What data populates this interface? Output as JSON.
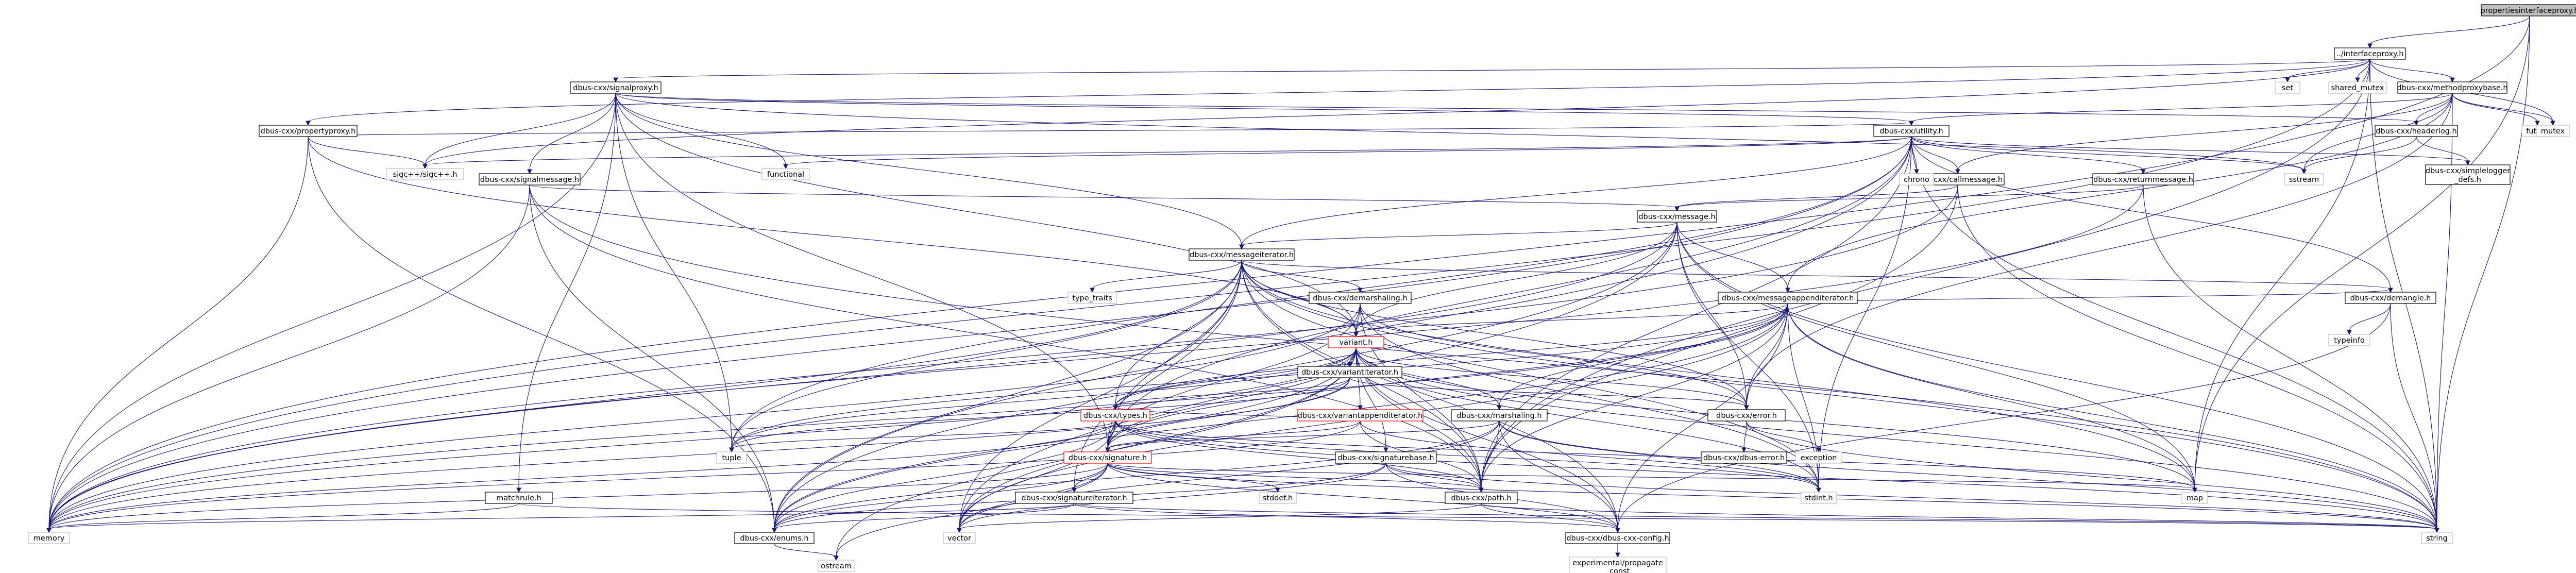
{
  "graph": {
    "title": "",
    "colors": {
      "root_fill": "#bfbfbf",
      "node_fill": "#ffffff",
      "node_border": "#000000",
      "external_border": "#bfbfbf",
      "missing_border": "#ff0000",
      "edge": "#191970",
      "text": "#000000"
    },
    "nodes": [
      {
        "id": "root",
        "label": "propertiesinterfaceproxy.h",
        "kind": "root"
      },
      {
        "id": "interfaceproxy",
        "label": "../interfaceproxy.h",
        "kind": "internal"
      },
      {
        "id": "signalproxy",
        "label": "dbus-cxx/signalproxy.h",
        "kind": "internal"
      },
      {
        "id": "methodproxybase",
        "label": "dbus-cxx/methodproxybase.h",
        "kind": "internal"
      },
      {
        "id": "propertyproxy",
        "label": "dbus-cxx/propertyproxy.h",
        "kind": "internal"
      },
      {
        "id": "headerlog",
        "label": "dbus-cxx/headerlog.h",
        "kind": "internal"
      },
      {
        "id": "utility",
        "label": "dbus-cxx/utility.h",
        "kind": "internal"
      },
      {
        "id": "simplelogger_line1",
        "label": "dbus-cxx/simplelogger",
        "kind": "internal"
      },
      {
        "id": "simplelogger_line2",
        "label": "_defs.h",
        "kind": "internal"
      },
      {
        "id": "signalmessage",
        "label": "dbus-cxx/signalmessage.h",
        "kind": "internal"
      },
      {
        "id": "callmessage",
        "label": "dbus-cxx/callmessage.h",
        "kind": "internal"
      },
      {
        "id": "returnmessage",
        "label": "dbus-cxx/returnmessage.h",
        "kind": "internal"
      },
      {
        "id": "message",
        "label": "dbus-cxx/message.h",
        "kind": "internal"
      },
      {
        "id": "messageiterator",
        "label": "dbus-cxx/messageiterator.h",
        "kind": "internal"
      },
      {
        "id": "demarshaling",
        "label": "dbus-cxx/demarshaling.h",
        "kind": "internal"
      },
      {
        "id": "messageappenditerator",
        "label": "dbus-cxx/messageappenditerator.h",
        "kind": "internal"
      },
      {
        "id": "demangle",
        "label": "dbus-cxx/demangle.h",
        "kind": "internal"
      },
      {
        "id": "variant",
        "label": "variant.h",
        "kind": "missing"
      },
      {
        "id": "variantiterator",
        "label": "dbus-cxx/variantiterator.h",
        "kind": "internal"
      },
      {
        "id": "types",
        "label": "dbus-cxx/types.h",
        "kind": "missing"
      },
      {
        "id": "variantappenditerator",
        "label": "dbus-cxx/variantappenditerator.h",
        "kind": "missing"
      },
      {
        "id": "marshaling",
        "label": "dbus-cxx/marshaling.h",
        "kind": "internal"
      },
      {
        "id": "error",
        "label": "dbus-cxx/error.h",
        "kind": "internal"
      },
      {
        "id": "dbuserror",
        "label": "dbus-cxx/dbus-error.h",
        "kind": "internal"
      },
      {
        "id": "signature",
        "label": "dbus-cxx/signature.h",
        "kind": "missing"
      },
      {
        "id": "signaturebase",
        "label": "dbus-cxx/signaturebase.h",
        "kind": "internal"
      },
      {
        "id": "signatureiterator",
        "label": "dbus-cxx/signatureiterator.h",
        "kind": "internal"
      },
      {
        "id": "path",
        "label": "dbus-cxx/path.h",
        "kind": "internal"
      },
      {
        "id": "enums",
        "label": "dbus-cxx/enums.h",
        "kind": "internal"
      },
      {
        "id": "config",
        "label": "dbus-cxx/dbus-cxx-config.h",
        "kind": "internal"
      },
      {
        "id": "matchrule",
        "label": "matchrule.h",
        "kind": "internal"
      },
      {
        "id": "sigcpp",
        "label": "sigc++/sigc++.h",
        "kind": "external"
      },
      {
        "id": "set",
        "label": "set",
        "kind": "external"
      },
      {
        "id": "shared_mutex",
        "label": "shared_mutex",
        "kind": "external"
      },
      {
        "id": "future",
        "label": "future",
        "kind": "external"
      },
      {
        "id": "mutex",
        "label": "mutex",
        "kind": "external"
      },
      {
        "id": "sstream",
        "label": "sstream",
        "kind": "external"
      },
      {
        "id": "functional",
        "label": "functional",
        "kind": "external"
      },
      {
        "id": "chrono",
        "label": "chrono",
        "kind": "external"
      },
      {
        "id": "type_traits",
        "label": "type_traits",
        "kind": "external"
      },
      {
        "id": "typeinfo",
        "label": "typeinfo",
        "kind": "external"
      },
      {
        "id": "exception",
        "label": "exception",
        "kind": "external"
      },
      {
        "id": "tuple",
        "label": "tuple",
        "kind": "external"
      },
      {
        "id": "map",
        "label": "map",
        "kind": "external"
      },
      {
        "id": "stddef",
        "label": "stddef.h",
        "kind": "external"
      },
      {
        "id": "stdint",
        "label": "stdint.h",
        "kind": "external"
      },
      {
        "id": "memory",
        "label": "memory",
        "kind": "external"
      },
      {
        "id": "vector",
        "label": "vector",
        "kind": "external"
      },
      {
        "id": "string",
        "label": "string",
        "kind": "external"
      },
      {
        "id": "ostream",
        "label": "ostream",
        "kind": "external"
      },
      {
        "id": "propagate_line1",
        "label": "experimental/propagate",
        "kind": "external"
      },
      {
        "id": "propagate_line2",
        "label": "_const",
        "kind": "external"
      }
    ],
    "edges": [
      [
        "root",
        "interfaceproxy"
      ],
      [
        "root",
        "memory"
      ],
      [
        "root",
        "map"
      ],
      [
        "root",
        "string"
      ],
      [
        "interfaceproxy",
        "signalproxy"
      ],
      [
        "interfaceproxy",
        "methodproxybase"
      ],
      [
        "interfaceproxy",
        "propertyproxy"
      ],
      [
        "interfaceproxy",
        "set"
      ],
      [
        "interfaceproxy",
        "shared_mutex"
      ],
      [
        "interfaceproxy",
        "mutex"
      ],
      [
        "interfaceproxy",
        "sigcpp"
      ],
      [
        "interfaceproxy",
        "path"
      ],
      [
        "interfaceproxy",
        "map"
      ],
      [
        "interfaceproxy",
        "string"
      ],
      [
        "interfaceproxy",
        "memory"
      ],
      [
        "signalproxy",
        "utility"
      ],
      [
        "signalproxy",
        "headerlog"
      ],
      [
        "signalproxy",
        "signalmessage"
      ],
      [
        "signalproxy",
        "matchrule"
      ],
      [
        "signalproxy",
        "messageiterator"
      ],
      [
        "signalproxy",
        "signature"
      ],
      [
        "signalproxy",
        "sigcpp"
      ],
      [
        "signalproxy",
        "functional"
      ],
      [
        "signalproxy",
        "memory"
      ],
      [
        "signalproxy",
        "tuple"
      ],
      [
        "signalproxy",
        "sstream"
      ],
      [
        "signalproxy",
        "variant"
      ],
      [
        "methodproxybase",
        "utility"
      ],
      [
        "methodproxybase",
        "headerlog"
      ],
      [
        "methodproxybase",
        "callmessage"
      ],
      [
        "methodproxybase",
        "messageappenditerator"
      ],
      [
        "methodproxybase",
        "error"
      ],
      [
        "methodproxybase",
        "future"
      ],
      [
        "methodproxybase",
        "mutex"
      ],
      [
        "methodproxybase",
        "sstream"
      ],
      [
        "methodproxybase",
        "string"
      ],
      [
        "propertyproxy",
        "utility"
      ],
      [
        "propertyproxy",
        "variant"
      ],
      [
        "propertyproxy",
        "sigcpp"
      ],
      [
        "propertyproxy",
        "memory"
      ],
      [
        "propertyproxy",
        "enums"
      ],
      [
        "headerlog",
        "simplelogger_line1"
      ],
      [
        "headerlog",
        "sstream"
      ],
      [
        "utility",
        "sigcpp"
      ],
      [
        "utility",
        "functional"
      ],
      [
        "utility",
        "chrono"
      ],
      [
        "utility",
        "sstream"
      ],
      [
        "utility",
        "callmessage"
      ],
      [
        "utility",
        "returnmessage"
      ],
      [
        "utility",
        "demangle"
      ],
      [
        "utility",
        "messageiterator"
      ],
      [
        "utility",
        "signature"
      ],
      [
        "utility",
        "enums"
      ],
      [
        "utility",
        "path"
      ],
      [
        "utility",
        "memory"
      ],
      [
        "utility",
        "tuple"
      ],
      [
        "utility",
        "string"
      ],
      [
        "utility",
        "stdint"
      ],
      [
        "utility",
        "simplelogger_line1"
      ],
      [
        "signalmessage",
        "message"
      ],
      [
        "signalmessage",
        "path"
      ],
      [
        "signalmessage",
        "memory"
      ],
      [
        "signalmessage",
        "string"
      ],
      [
        "signalmessage",
        "enums"
      ],
      [
        "callmessage",
        "message"
      ],
      [
        "callmessage",
        "path"
      ],
      [
        "callmessage",
        "memory"
      ],
      [
        "callmessage",
        "string"
      ],
      [
        "returnmessage",
        "message"
      ],
      [
        "returnmessage",
        "memory"
      ],
      [
        "returnmessage",
        "string"
      ],
      [
        "message",
        "messageiterator"
      ],
      [
        "message",
        "messageappenditerator"
      ],
      [
        "message",
        "enums"
      ],
      [
        "message",
        "memory"
      ],
      [
        "message",
        "map"
      ],
      [
        "message",
        "string"
      ],
      [
        "message",
        "stdint"
      ],
      [
        "message",
        "vector"
      ],
      [
        "message",
        "error"
      ],
      [
        "message",
        "variant"
      ],
      [
        "messageiterator",
        "demarshaling"
      ],
      [
        "messageiterator",
        "variant"
      ],
      [
        "messageiterator",
        "types"
      ],
      [
        "messageiterator",
        "signature"
      ],
      [
        "messageiterator",
        "signatureiterator"
      ],
      [
        "messageiterator",
        "demangle"
      ],
      [
        "messageiterator",
        "type_traits"
      ],
      [
        "messageiterator",
        "error"
      ],
      [
        "messageiterator",
        "enums"
      ],
      [
        "messageiterator",
        "path"
      ],
      [
        "messageiterator",
        "memory"
      ],
      [
        "messageiterator",
        "tuple"
      ],
      [
        "messageiterator",
        "map"
      ],
      [
        "messageiterator",
        "string"
      ],
      [
        "messageiterator",
        "stdint"
      ],
      [
        "messageiterator",
        "vector"
      ],
      [
        "messageiterator",
        "config"
      ],
      [
        "demarshaling",
        "variant"
      ],
      [
        "demarshaling",
        "error"
      ],
      [
        "demarshaling",
        "signature"
      ],
      [
        "demarshaling",
        "path"
      ],
      [
        "demarshaling",
        "memory"
      ],
      [
        "demarshaling",
        "stdint"
      ],
      [
        "messageappenditerator",
        "variant"
      ],
      [
        "messageappenditerator",
        "marshaling"
      ],
      [
        "messageappenditerator",
        "demangle"
      ],
      [
        "messageappenditerator",
        "error"
      ],
      [
        "messageappenditerator",
        "path"
      ],
      [
        "messageappenditerator",
        "signature"
      ],
      [
        "messageappenditerator",
        "types"
      ],
      [
        "messageappenditerator",
        "map"
      ],
      [
        "messageappenditerator",
        "string"
      ],
      [
        "messageappenditerator",
        "stdint"
      ],
      [
        "messageappenditerator",
        "vector"
      ],
      [
        "messageappenditerator",
        "memory"
      ],
      [
        "messageappenditerator",
        "tuple"
      ],
      [
        "messageappenditerator",
        "config"
      ],
      [
        "messageappenditerator",
        "enums"
      ],
      [
        "demangle",
        "typeinfo"
      ],
      [
        "demangle",
        "string"
      ],
      [
        "demangle",
        "config"
      ],
      [
        "variant",
        "variantiterator"
      ],
      [
        "variant",
        "types"
      ],
      [
        "variant",
        "variantappenditerator"
      ],
      [
        "variant",
        "marshaling"
      ],
      [
        "variant",
        "error"
      ],
      [
        "variant",
        "signature"
      ],
      [
        "variant",
        "signaturebase"
      ],
      [
        "variant",
        "path"
      ],
      [
        "variant",
        "enums"
      ],
      [
        "variant",
        "memory"
      ],
      [
        "variant",
        "tuple"
      ],
      [
        "variant",
        "map"
      ],
      [
        "variant",
        "string"
      ],
      [
        "variant",
        "stdint"
      ],
      [
        "variant",
        "vector"
      ],
      [
        "variant",
        "ostream"
      ],
      [
        "variant",
        "config"
      ],
      [
        "variantiterator",
        "types"
      ],
      [
        "variantiterator",
        "error"
      ],
      [
        "variantiterator",
        "signature"
      ],
      [
        "variantiterator",
        "memory"
      ],
      [
        "variantiterator",
        "tuple"
      ],
      [
        "types",
        "signature"
      ],
      [
        "types",
        "path"
      ],
      [
        "types",
        "enums"
      ],
      [
        "types",
        "memory"
      ],
      [
        "types",
        "map"
      ],
      [
        "types",
        "tuple"
      ],
      [
        "types",
        "string"
      ],
      [
        "types",
        "stdint"
      ],
      [
        "types",
        "vector"
      ],
      [
        "variantappenditerator",
        "signature"
      ],
      [
        "variantappenditerator",
        "types"
      ],
      [
        "variantappenditerator",
        "path"
      ],
      [
        "variantappenditerator",
        "memory"
      ],
      [
        "variantappenditerator",
        "stdint"
      ],
      [
        "marshaling",
        "path"
      ],
      [
        "marshaling",
        "signature"
      ],
      [
        "marshaling",
        "enums"
      ],
      [
        "marshaling",
        "stdint"
      ],
      [
        "marshaling",
        "string"
      ],
      [
        "marshaling",
        "vector"
      ],
      [
        "marshaling",
        "config"
      ],
      [
        "error",
        "dbuserror"
      ],
      [
        "error",
        "exception"
      ],
      [
        "error",
        "string"
      ],
      [
        "signature",
        "signatureiterator"
      ],
      [
        "signature",
        "path"
      ],
      [
        "signature",
        "stddef"
      ],
      [
        "signature",
        "enums"
      ],
      [
        "signature",
        "memory"
      ],
      [
        "signature",
        "map"
      ],
      [
        "signature",
        "string"
      ],
      [
        "signature",
        "vector"
      ],
      [
        "signature",
        "ostream"
      ],
      [
        "signature",
        "config"
      ],
      [
        "signaturebase",
        "path"
      ],
      [
        "signaturebase",
        "enums"
      ],
      [
        "signaturebase",
        "string"
      ],
      [
        "signaturebase",
        "vector"
      ],
      [
        "signaturebase",
        "config"
      ],
      [
        "signatureiterator",
        "enums"
      ],
      [
        "signatureiterator",
        "memory"
      ],
      [
        "signatureiterator",
        "string"
      ],
      [
        "signatureiterator",
        "config"
      ],
      [
        "path",
        "vector"
      ],
      [
        "path",
        "string"
      ],
      [
        "path",
        "config"
      ],
      [
        "enums",
        "ostream"
      ],
      [
        "config",
        "propagate_line1"
      ],
      [
        "matchrule",
        "memory"
      ],
      [
        "matchrule",
        "string"
      ]
    ]
  }
}
